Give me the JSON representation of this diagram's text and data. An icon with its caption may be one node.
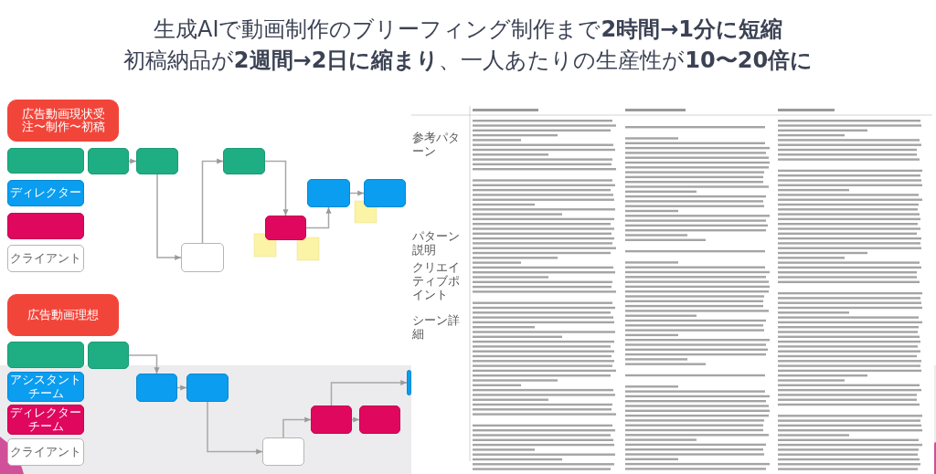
{
  "diagram": {
    "title": "生成AIで動画制作のブリーフィング制作まで**2時間→1分に短縮**",
    "caption": "初稿納品が**2週間→2日に縮まり**、一人あたりの生産性が**10〜20倍に**",
    "nodes": [
      {
        "text": [
          "広告動画現状受注〜制作〜初稿"
        ]
      },
      {
        "text": [],
        "shape": "box"
      },
      {
        "text": [
          "ディレクター"
        ]
      },
      {
        "text": [],
        "shape": "box"
      },
      {
        "text": [
          "クライアント"
        ]
      },
      {
        "text": [],
        "shape": "box"
      },
      {
        "text": [],
        "shape": "box"
      },
      {
        "text": [],
        "shape": "box"
      },
      {
        "text": [],
        "shape": "box"
      },
      {
        "text": [],
        "shape": "box"
      },
      {
        "text": [],
        "shape": "box"
      },
      {
        "text": [],
        "shape": "box"
      },
      {
        "text": [
          "広告動画理想"
        ]
      },
      {
        "text": [],
        "shape": "box"
      },
      {
        "text": [
          "アシスタントチーム"
        ]
      },
      {
        "text": [
          "ディレクターチーム"
        ]
      },
      {
        "text": [
          "クライアント"
        ]
      },
      {
        "text": [],
        "shape": "box"
      },
      {
        "text": [],
        "shape": "box"
      },
      {
        "text": [],
        "shape": "box"
      },
      {
        "text": [],
        "shape": "box"
      },
      {
        "text": [],
        "shape": "box"
      },
      {
        "text": [],
        "shape": "box"
      },
      {
        "text": [],
        "shape": "box"
      }
    ],
    "edges": [
      {
        "from": 5,
        "to": 6,
        "arrow": "to"
      },
      {
        "from": 6,
        "to": 8,
        "arrow": "to"
      },
      {
        "from": 8,
        "to": 7,
        "arrow": "to"
      },
      {
        "from": 7,
        "to": 9,
        "arrow": "to"
      },
      {
        "from": 9,
        "to": 10,
        "arrow": "to"
      },
      {
        "from": 10,
        "to": 11,
        "arrow": "to"
      },
      {
        "from": 17,
        "to": 18,
        "arrow": "to"
      },
      {
        "from": 18,
        "to": 19,
        "arrow": "to"
      },
      {
        "from": 19,
        "to": 20,
        "arrow": "to"
      },
      {
        "from": 20,
        "to": 21,
        "arrow": "to"
      },
      {
        "from": 21,
        "to": 22,
        "arrow": "to"
      },
      {
        "from": 21,
        "to": 23,
        "arrow": "to"
      }
    ],
    "labels": [
      "参考パターン",
      "パターン説明",
      "クリエイティブポイント",
      "シーン詳細"
    ]
  }
}
